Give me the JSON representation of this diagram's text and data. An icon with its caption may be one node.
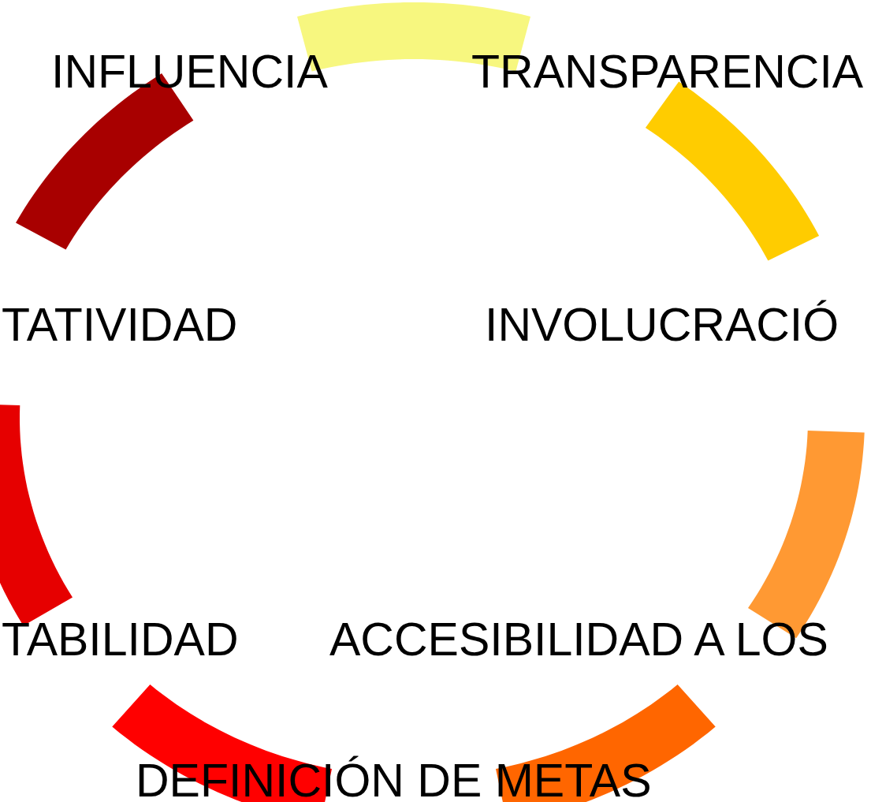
{
  "diagram": {
    "labels": [
      "INFLUENCIA",
      "TRANSPARENCIA",
      "TATIVIDAD",
      "INVOLUCRACIÓ",
      "TABILIDAD",
      "ACCESIBILIDAD A LOS",
      "DEFINICIÓN DE METAS"
    ]
  }
}
